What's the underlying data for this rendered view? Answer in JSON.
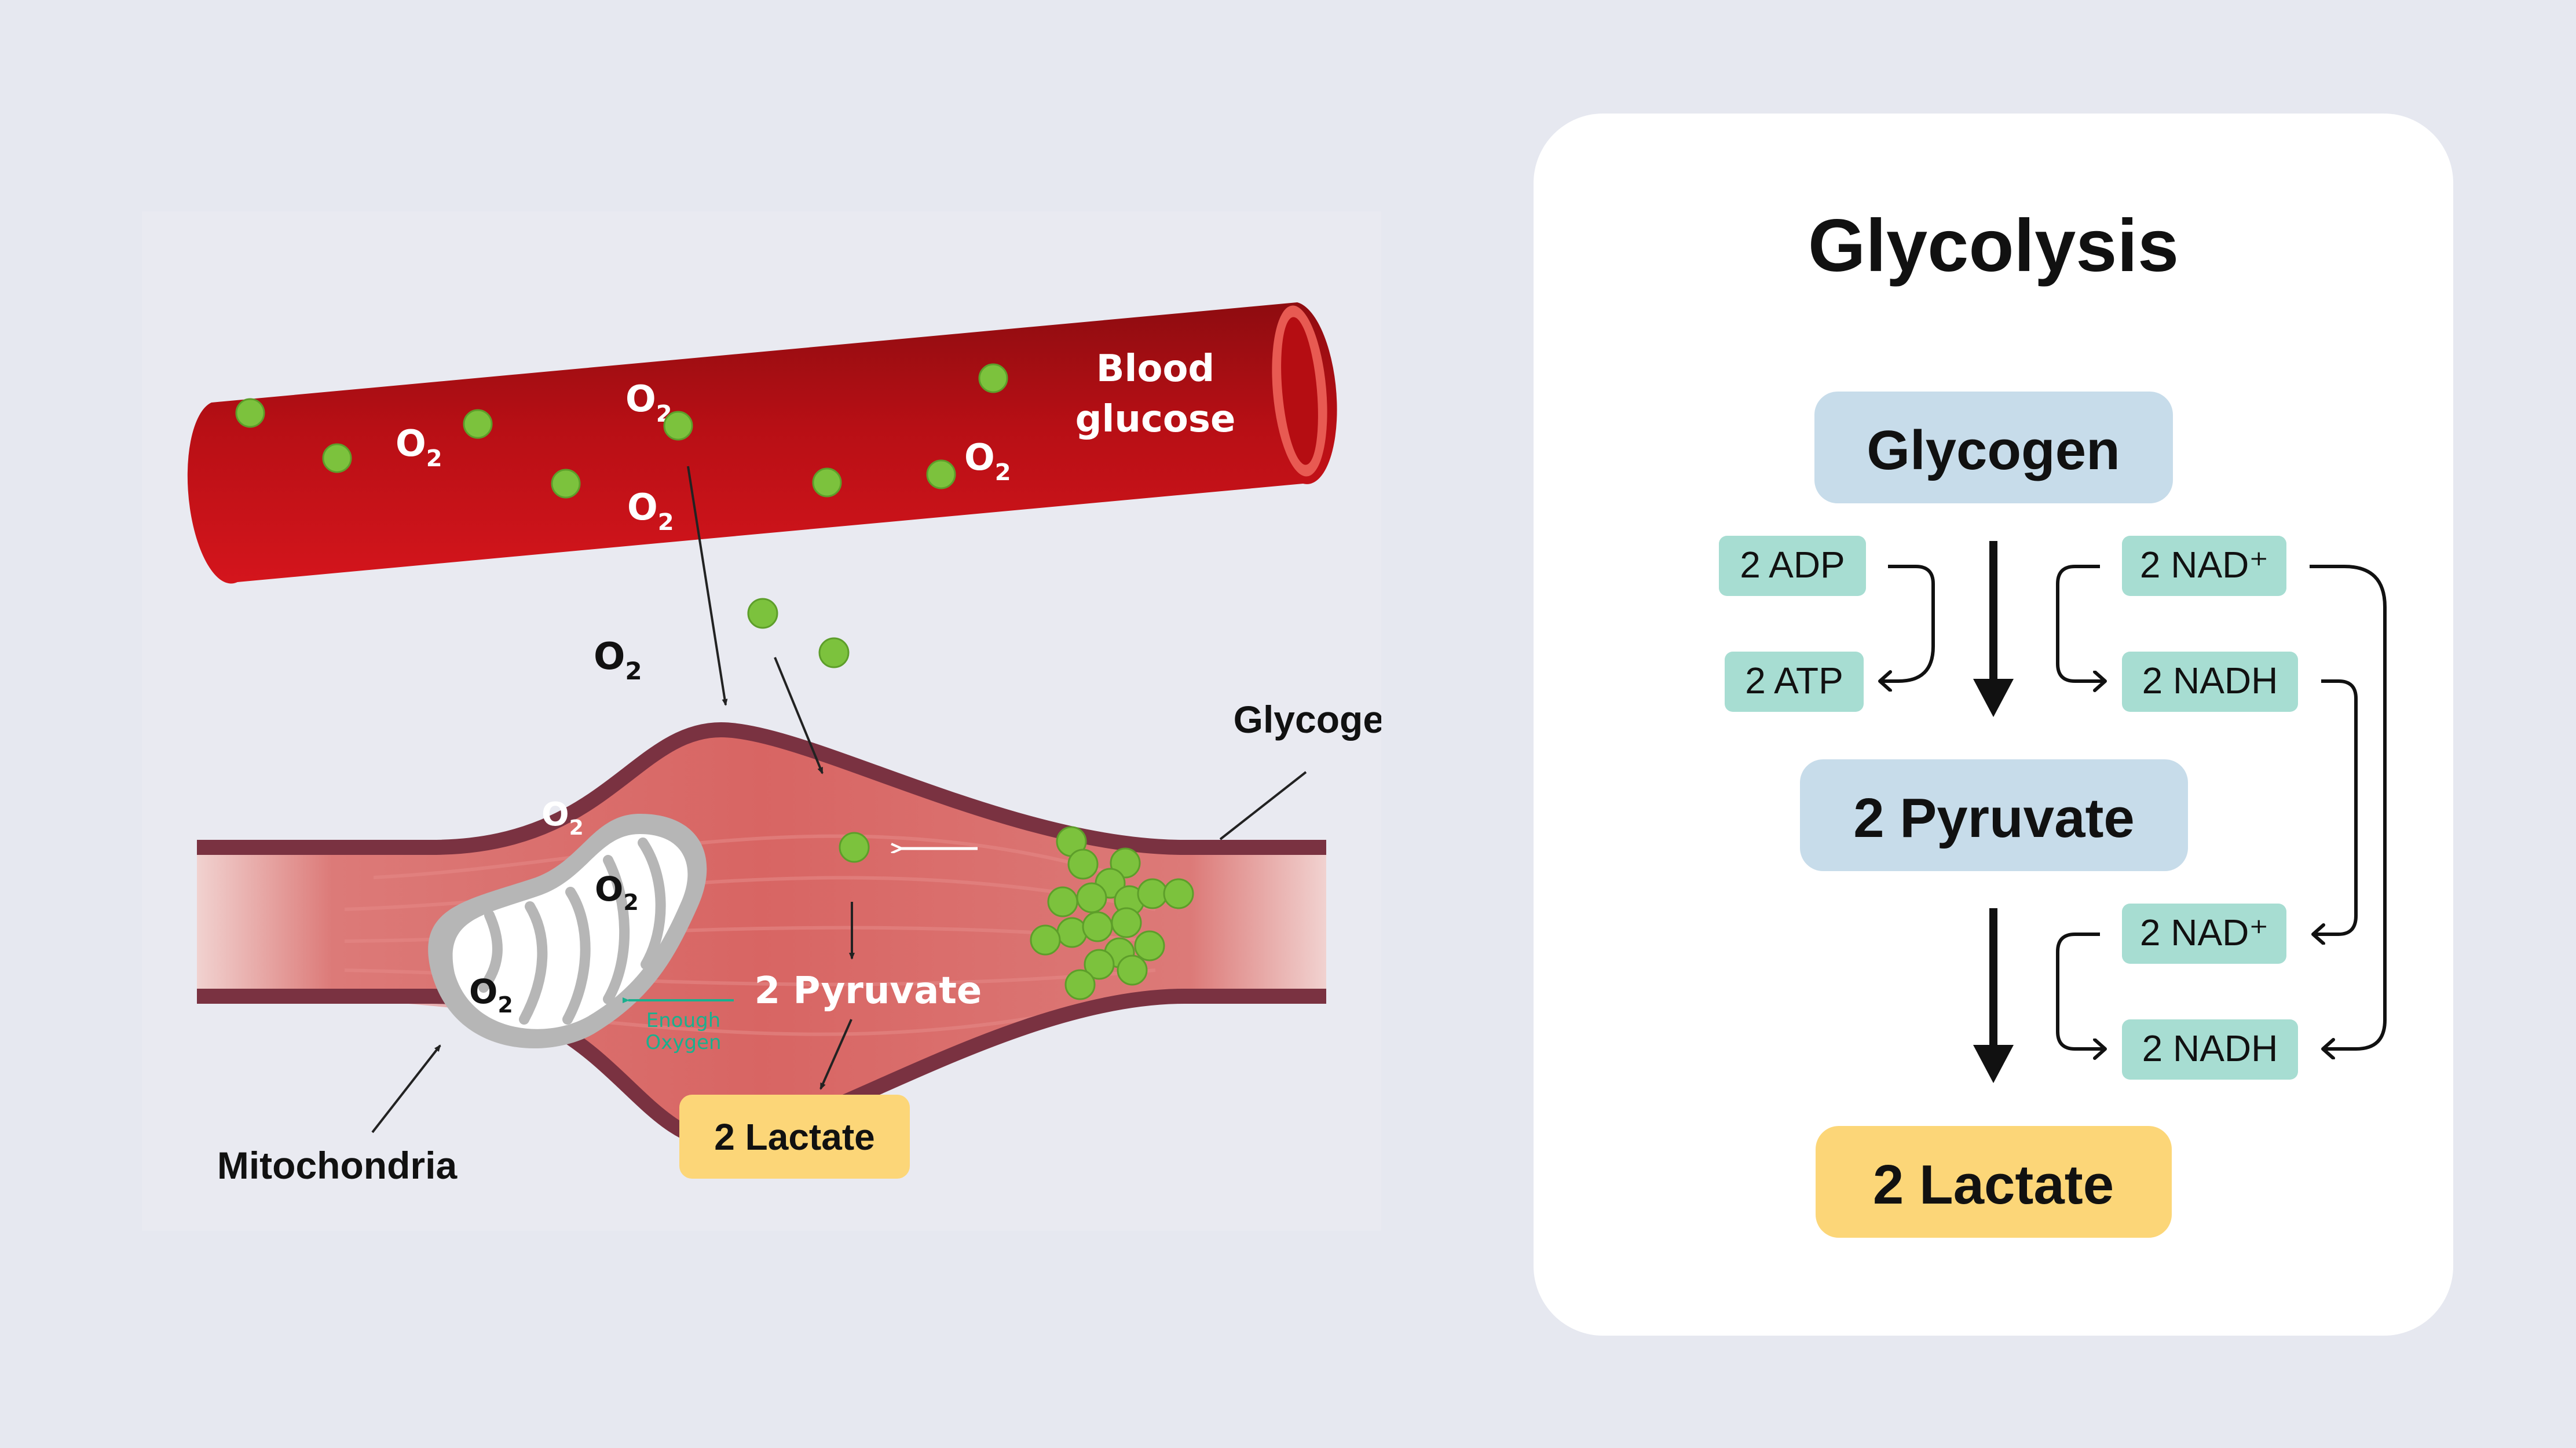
{
  "left_diagram": {
    "blood_label_line1": "Blood",
    "blood_label_line2": "glucose",
    "o2_main": "O",
    "o2_sub": "2",
    "glycogen_label": "Glycogen",
    "pyruvate_label": "2 Pyruvate",
    "lactate_label": "2 Lactate",
    "mitochondria_label": "Mitochondria",
    "enough_oxygen_line1": "Enough",
    "enough_oxygen_line2": "Oxygen",
    "colors": {
      "vessel": "#c8141a",
      "muscle": "#dc6f6d",
      "muscle_border": "#7a3241",
      "glucose": "#7cc23d",
      "lactate_box": "#fcd678",
      "enough_oxygen": "#19b08e"
    }
  },
  "glycolysis": {
    "title": "Glycolysis",
    "glycogen": "Glycogen",
    "pyruvate": "2 Pyruvate",
    "lactate": "2 Lactate",
    "adp": "2 ADP",
    "atp": "2 ATP",
    "nad": "2 NAD⁺",
    "nadh": "2 NADH",
    "colors": {
      "blue_box": "#c7dcea",
      "yellow_box": "#fcd678",
      "teal_tag": "#a7ddd2"
    }
  }
}
